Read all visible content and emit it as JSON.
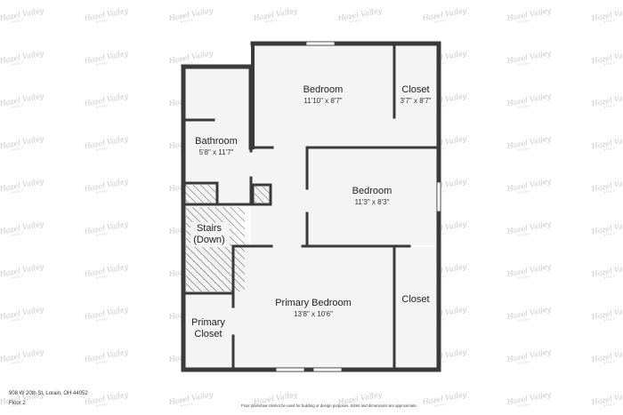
{
  "watermark": {
    "brand": "Hazel Valley",
    "sub": "HOMES"
  },
  "rooms": [
    {
      "id": "bedroom-1",
      "name": "Bedroom",
      "dims": "11'10\" x 8'7\""
    },
    {
      "id": "closet-1",
      "name": "Closet",
      "dims": "3'7\" x 8'7\""
    },
    {
      "id": "bathroom",
      "name": "Bathroom",
      "dims": "5'8\" x 11'7\""
    },
    {
      "id": "bedroom-2",
      "name": "Bedroom",
      "dims": "11'3\" x 8'3\""
    },
    {
      "id": "stairs",
      "name": "Stairs",
      "name2": "(Down)"
    },
    {
      "id": "primary-bedroom",
      "name": "Primary Bedroom",
      "dims": "13'8\" x 10'6\""
    },
    {
      "id": "closet-2",
      "name": "Closet"
    },
    {
      "id": "primary-closet",
      "name": "Primary",
      "name2": "Closet"
    }
  ],
  "footer": {
    "address": "908 W 20th St, Lorain, OH 44052",
    "floor": "Floor 2",
    "disclaimer": "Floor plans/tour cannot be used for building or design purposes. Sizes and dimensions are approximate."
  }
}
